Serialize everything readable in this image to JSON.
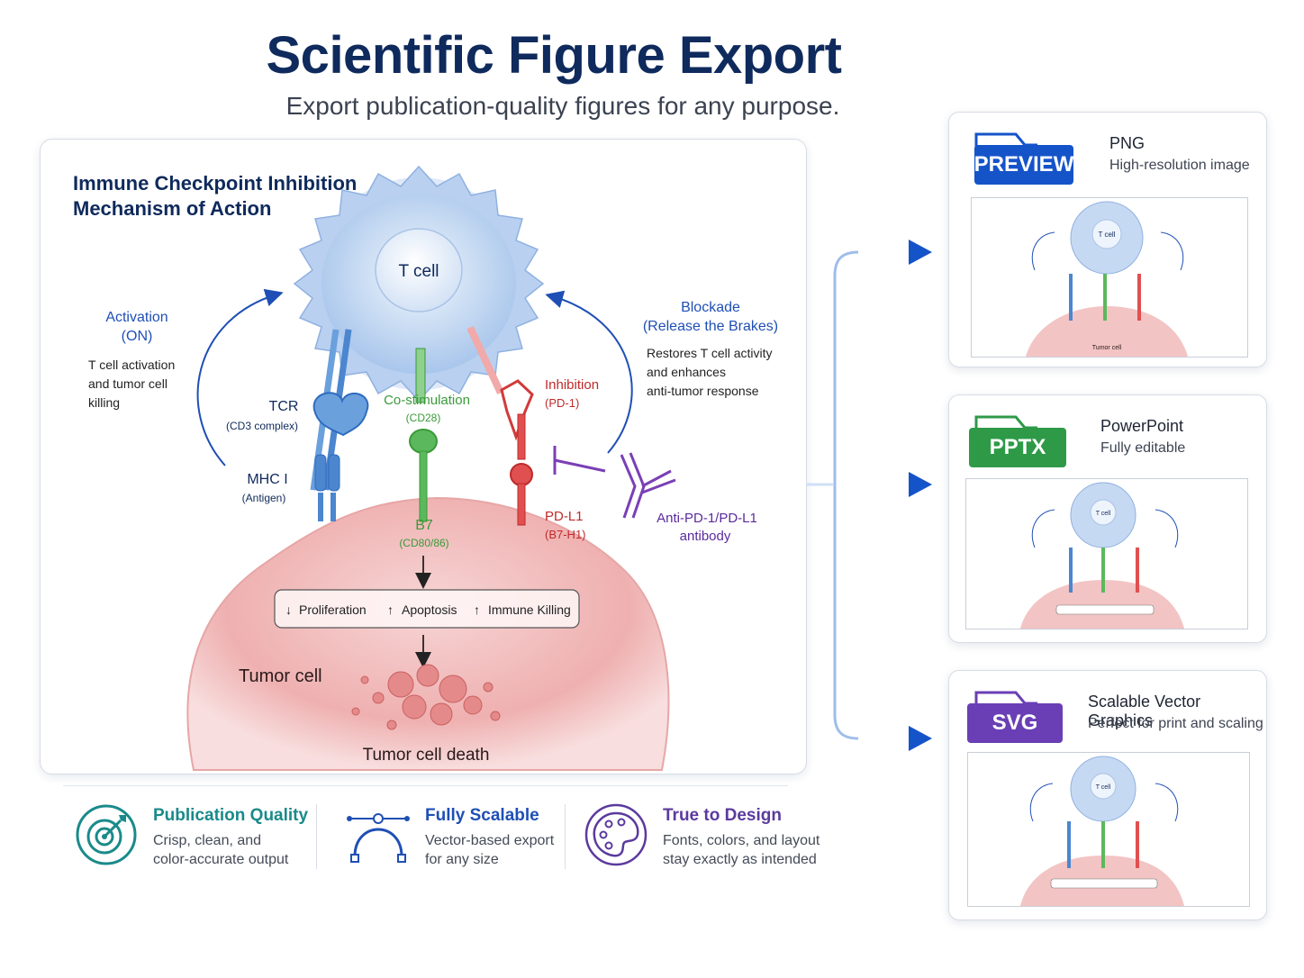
{
  "header": {
    "title": "Scientific Figure Export",
    "subtitle": "Export publication-quality figures for any purpose."
  },
  "diagram": {
    "title_line1": "Immune Checkpoint Inhibition",
    "title_line2": "Mechanism of Action",
    "t_cell": "T cell",
    "activation_title1": "Activation",
    "activation_title2": "(ON)",
    "activation_desc1": "T cell activation",
    "activation_desc2": "and tumor cell",
    "activation_desc3": "killing",
    "tcr": "TCR",
    "tcr_sub": "(CD3 complex)",
    "mhc": "MHC I",
    "mhc_sub": "(Antigen)",
    "costim": "Co-stimulation",
    "costim_sub": "(CD28)",
    "b7": "B7",
    "b7_sub": "(CD80/86)",
    "inhibition": "Inhibition",
    "inhibition_sub": "(PD-1)",
    "pdl1": "PD-L1",
    "pdl1_sub": "(B7-H1)",
    "blockade_title1": "Blockade",
    "blockade_title2": "(Release the Brakes)",
    "blockade_desc1": "Restores T cell activity",
    "blockade_desc2": "and enhances",
    "blockade_desc3": "anti-tumor response",
    "antibody1": "Anti-PD-1/PD-L1",
    "antibody2": "antibody",
    "effect1": "Proliferation",
    "effect2": "Apoptosis",
    "effect3": "Immune Killing",
    "tumor_cell": "Tumor cell",
    "tumor_death": "Tumor cell death"
  },
  "features": [
    {
      "title": "Publication Quality",
      "desc1": "Crisp, clean, and",
      "desc2": "color-accurate output",
      "icon": "target-icon",
      "color": "#1a8a8a"
    },
    {
      "title": "Fully Scalable",
      "desc1": "Vector-based export",
      "desc2": "for any size",
      "icon": "bezier-curve-icon",
      "color": "#1f4fb5"
    },
    {
      "title": "True to Design",
      "desc1": "Fonts, colors, and layout",
      "desc2": "stay exactly as intended",
      "icon": "palette-icon",
      "color": "#5b3a9e"
    }
  ],
  "formats": [
    {
      "badge": "PREVIEW",
      "name": "PNG",
      "desc": "High-resolution image",
      "color": "#1553c9"
    },
    {
      "badge": "PPTX",
      "name": "PowerPoint",
      "desc": "Fully editable",
      "color": "#2e9a48"
    },
    {
      "badge": "SVG",
      "name": "Scalable Vector Graphics",
      "desc": "Perfect for print and scaling",
      "color": "#6a3fb5"
    }
  ],
  "thumbnail": {
    "t_cell": "T cell",
    "tumor_cell": "Tumor cell"
  },
  "colors": {
    "blue": "#1f4fb5",
    "green": "#3a9a3a",
    "red": "#d23a3a",
    "purple": "#7b3fb5",
    "navy": "#0f2a5c"
  }
}
